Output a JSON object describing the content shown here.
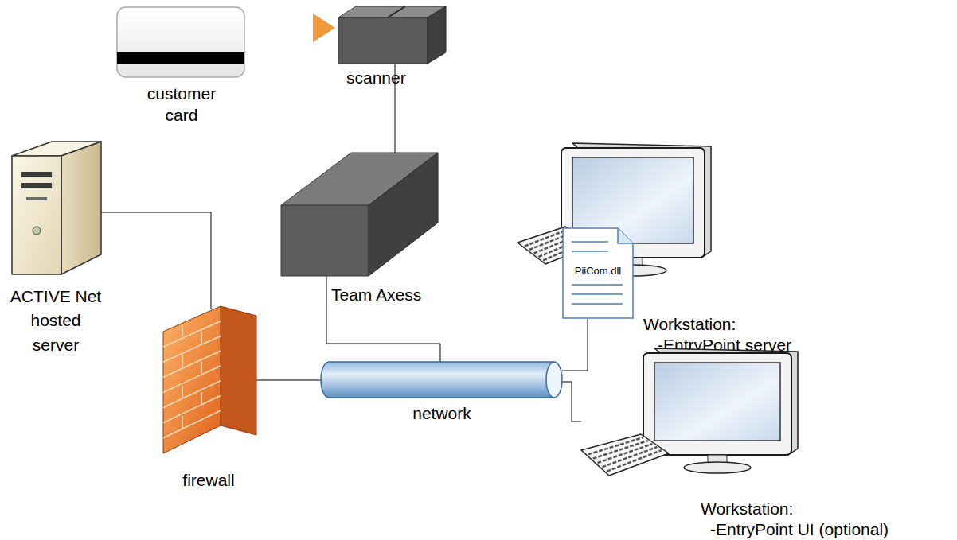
{
  "diagram": {
    "nodes": [
      {
        "text": [
          "customer card"
        ]
      },
      {
        "text": [
          "scanner"
        ]
      },
      {
        "text": [
          "Team Axess"
        ]
      },
      {
        "text": [
          "ACTIVE Net hosted server"
        ]
      },
      {
        "text": [
          "Workstation:",
          "-EntryPoint server"
        ]
      },
      {
        "text": [
          "PiiCom.dll"
        ]
      },
      {
        "text": [
          "firewall"
        ]
      },
      {
        "text": [
          "network"
        ]
      },
      {
        "text": [
          "Workstation:",
          "-EntryPoint UI (optional)"
        ]
      }
    ],
    "edges": [
      {
        "from": 0,
        "to": 1,
        "arrow": "to"
      },
      {
        "from": 1,
        "to": 2,
        "arrow": "none"
      },
      {
        "from": 2,
        "to": 7,
        "arrow": "none"
      },
      {
        "from": 3,
        "to": 6,
        "arrow": "none"
      },
      {
        "from": 6,
        "to": 7,
        "arrow": "none"
      },
      {
        "from": 7,
        "to": 5,
        "arrow": "none"
      },
      {
        "from": 7,
        "to": 8,
        "arrow": "none"
      }
    ]
  }
}
